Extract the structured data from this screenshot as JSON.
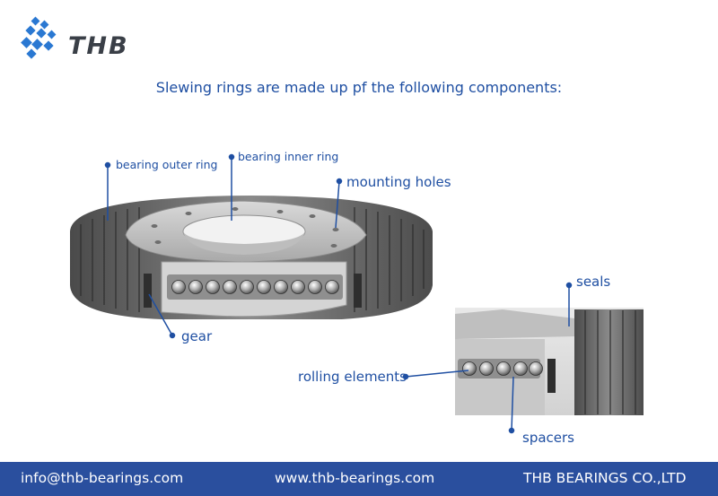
{
  "brand": {
    "name": "THB"
  },
  "headline": "Slewing rings are made up pf the following components:",
  "labels": {
    "outer_ring": "bearing outer ring",
    "inner_ring": "bearing inner ring",
    "mounting_holes": "mounting holes",
    "gear": "gear",
    "seals": "seals",
    "rolling_elements": "rolling elements",
    "spacers": "spacers"
  },
  "footer": {
    "email": "info@thb-bearings.com",
    "website": "www.thb-bearings.com",
    "company": "THB BEARINGS CO.,LTD"
  },
  "colors": {
    "accent": "#1f4fa2",
    "footer_bg": "#2a4f9e",
    "logo_dots": "#2a78d2"
  }
}
